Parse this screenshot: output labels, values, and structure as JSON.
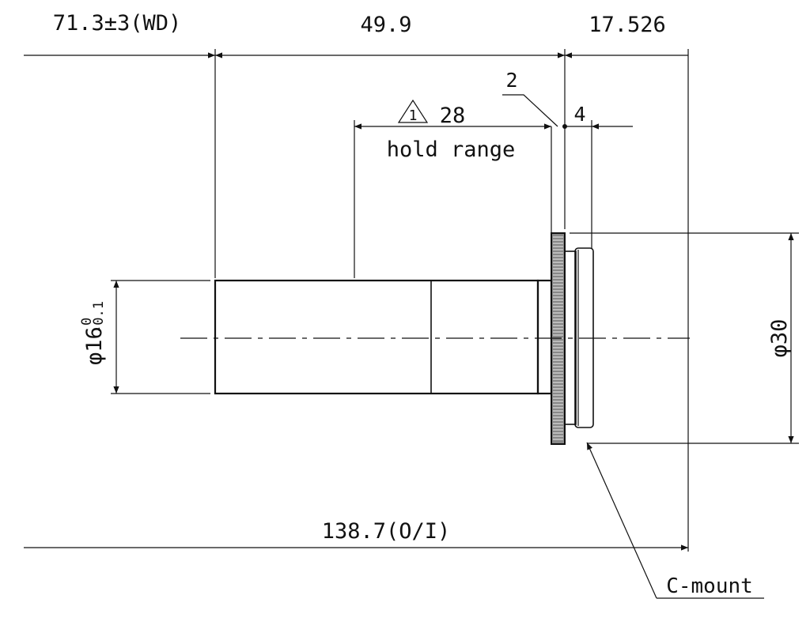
{
  "dimensions": {
    "working_distance": "71.3±3(WD)",
    "length": "49.9",
    "flange": "17.526",
    "hold_value": "28",
    "hold_label": "hold range",
    "revision_mark": "1",
    "dim_2": "2",
    "dim_4": "4",
    "tube_diameter": "φ16",
    "tube_tol_upper": "0",
    "tube_tol_lower": "-0.1",
    "ring_diameter": "φ30",
    "object_to_image": "138.7(O/I)"
  },
  "labels": {
    "mount": "C-mount"
  }
}
